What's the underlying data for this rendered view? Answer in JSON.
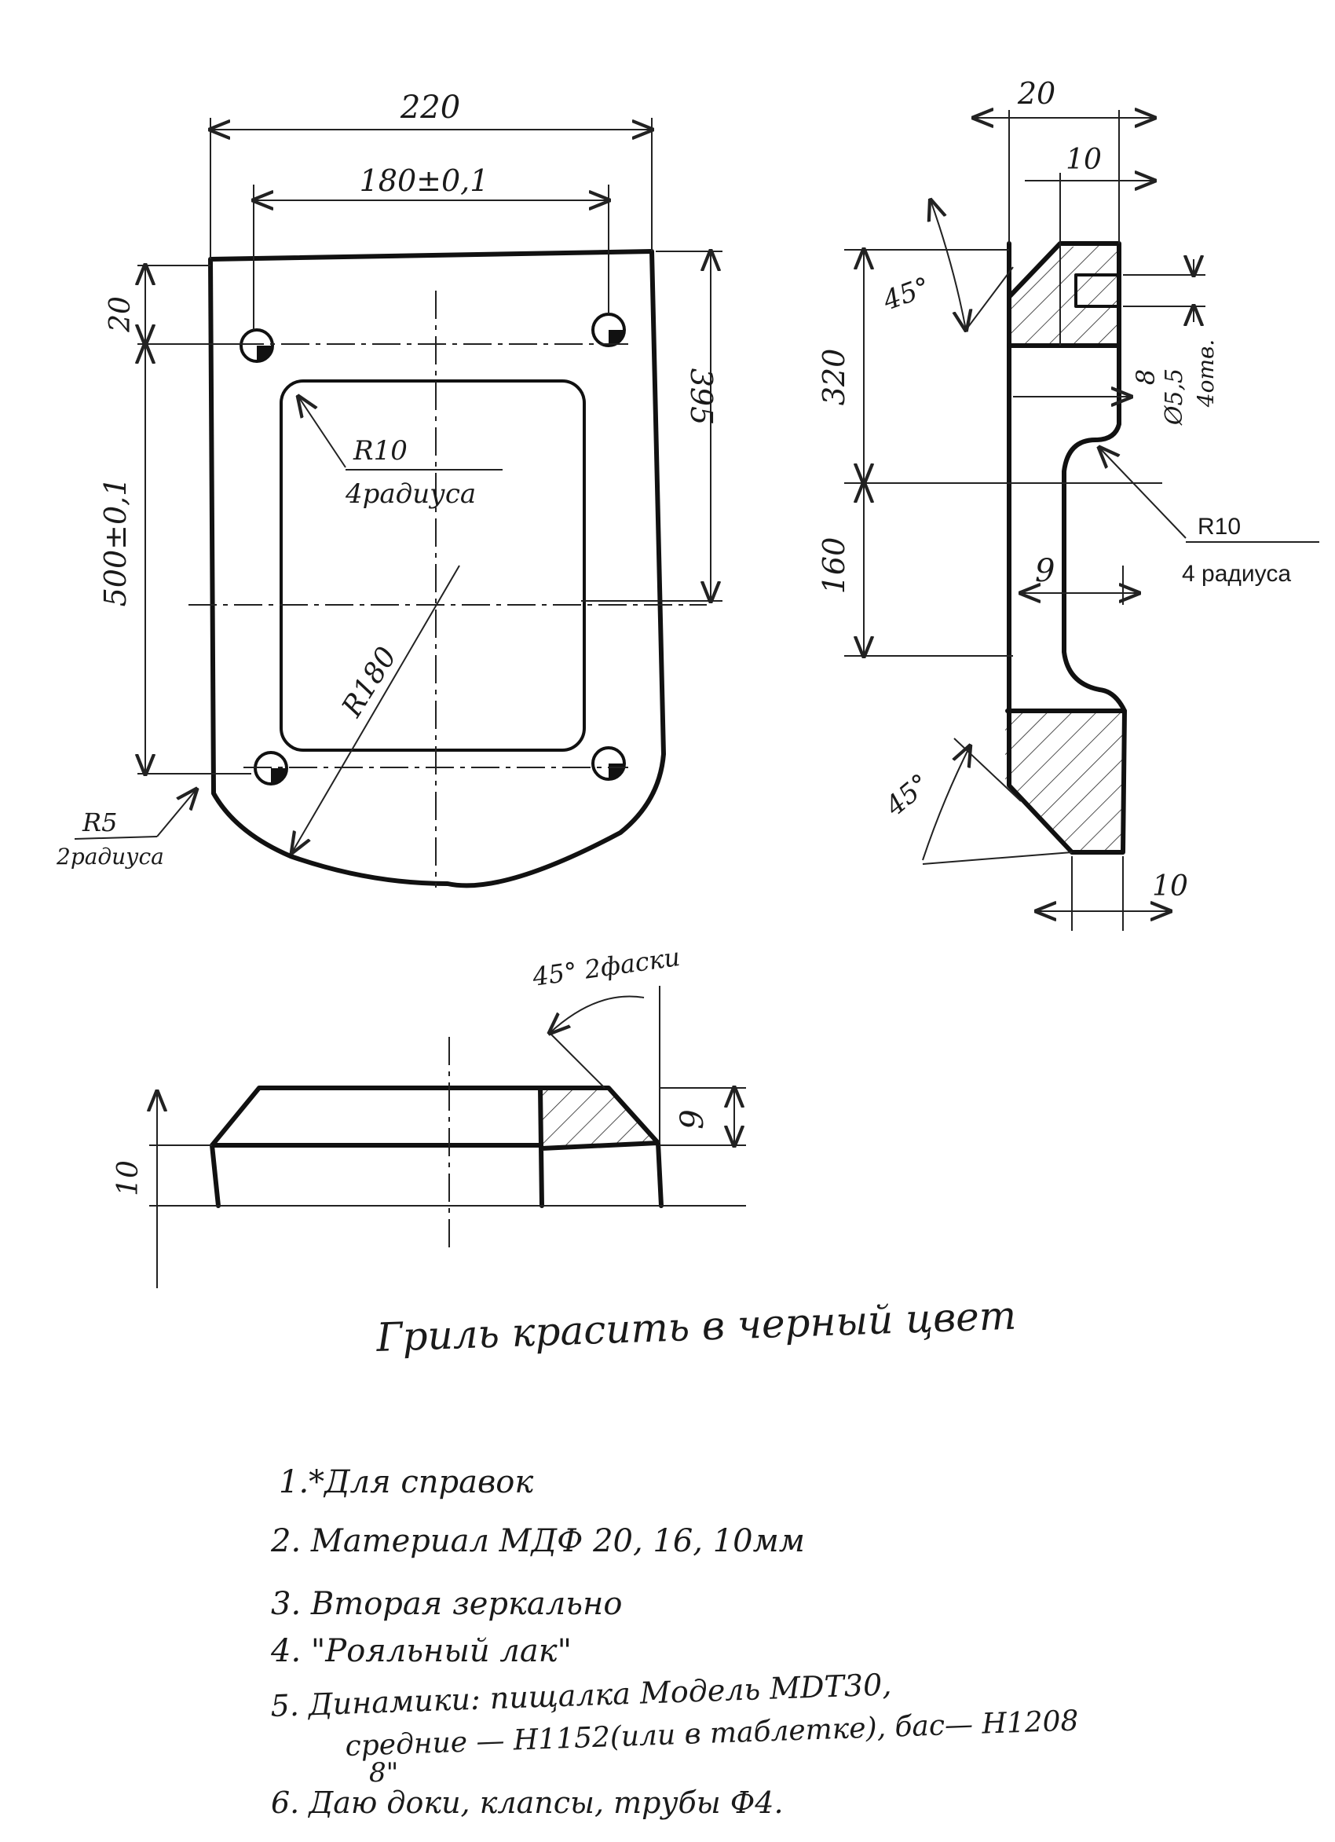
{
  "top_view": {
    "dim_width": "220",
    "dim_hole_spacing": "180±0,1",
    "dim_top_offset": "20",
    "dim_vertical_holes": "500±0,1",
    "dim_395": "395",
    "radius_inner": "R10",
    "radius_inner_note": "4радиуса",
    "radius_arc": "R180",
    "radius_corner": "R5",
    "radius_corner_note": "2радиуса"
  },
  "side_view": {
    "dim_thickness": "20",
    "dim_10_top": "10",
    "angle_top": "45°",
    "dim_320": "320",
    "dim_160": "160",
    "dim_8": "8",
    "dim_hole": "Ø5,5",
    "dim_hole_note": "4отв.",
    "radius": "R10",
    "radius_note": "4 радиуса",
    "dim_9": "9",
    "angle_bottom": "45°",
    "dim_10_bottom": "10"
  },
  "section_view": {
    "chamfer_note": "45° 2фаски",
    "dim_9": "9",
    "dim_10": "10"
  },
  "title_note": "Гриль красить в черный цвет",
  "notes": [
    "1.*Для справок",
    "2. Материал МДФ 20, 16, 10мм",
    "3. Вторая зеркально",
    "4. \"Рояльный лак\"",
    "5. Динамики: пищалка Модель MDT30,",
    "средние — H1152(или в таблетке), бас— H1208",
    "8\"",
    "6. Даю доки, клапсы, трубы Ф4."
  ]
}
